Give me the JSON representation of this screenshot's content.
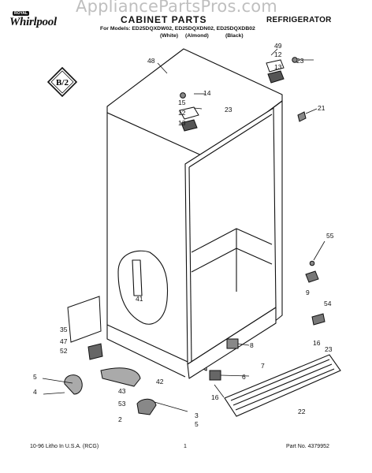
{
  "header": {
    "brand": "Whirlpool",
    "brand_tag": "ROYAL",
    "watermark": "AppliancePartsPros.com",
    "title": "CABINET PARTS",
    "subtitle": "REFRIGERATOR",
    "models_line": "For Models: ED25DQXDW02, ED25DQXDN02, ED25DQXDB02",
    "colors": [
      "(White)",
      "(Almond)",
      "(Black)"
    ]
  },
  "badge": {
    "text": "B/2"
  },
  "callouts": [
    "48",
    "14",
    "15",
    "12",
    "23",
    "13",
    "49",
    "12",
    "23",
    "13",
    "21",
    "55",
    "41",
    "9",
    "54",
    "35",
    "47",
    "52",
    "8",
    "16",
    "23",
    "7",
    "5",
    "4",
    "2",
    "42",
    "6",
    "43",
    "53",
    "16",
    "3",
    "5",
    "22"
  ],
  "footer": {
    "left": "10-96 Litho In U.S.A. (RCG)",
    "page": "1",
    "part_number": "Part No. 4379952"
  },
  "colors": {
    "ink": "#111111",
    "paper": "#ffffff",
    "watermark": "#aaaaaa"
  }
}
